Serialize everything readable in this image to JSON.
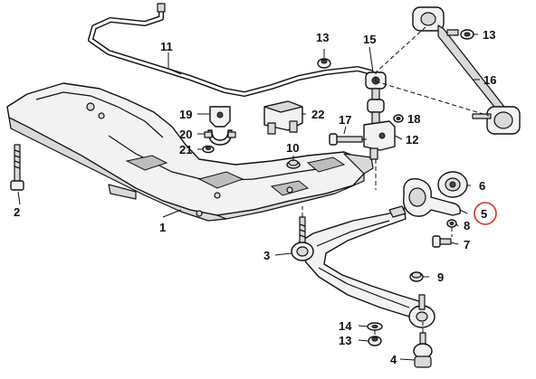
{
  "diagram": {
    "parts": [
      {
        "key": "p1",
        "label": "1"
      },
      {
        "key": "p2",
        "label": "2"
      },
      {
        "key": "p3",
        "label": "3"
      },
      {
        "key": "p4",
        "label": "4"
      },
      {
        "key": "p5",
        "label": "5"
      },
      {
        "key": "p6",
        "label": "6"
      },
      {
        "key": "p7",
        "label": "7"
      },
      {
        "key": "p8",
        "label": "8"
      },
      {
        "key": "p9",
        "label": "9"
      },
      {
        "key": "p10",
        "label": "10"
      },
      {
        "key": "p11",
        "label": "11"
      },
      {
        "key": "p12",
        "label": "12"
      },
      {
        "key": "p13a",
        "label": "13"
      },
      {
        "key": "p13b",
        "label": "13"
      },
      {
        "key": "p13c",
        "label": "13"
      },
      {
        "key": "p14",
        "label": "14"
      },
      {
        "key": "p15",
        "label": "15"
      },
      {
        "key": "p16",
        "label": "16"
      },
      {
        "key": "p17",
        "label": "17"
      },
      {
        "key": "p18",
        "label": "18"
      },
      {
        "key": "p19",
        "label": "19"
      },
      {
        "key": "p20",
        "label": "20"
      },
      {
        "key": "p21",
        "label": "21"
      },
      {
        "key": "p22",
        "label": "22"
      }
    ],
    "highlighted_part": "5",
    "highlight_color": "#d9302a"
  }
}
